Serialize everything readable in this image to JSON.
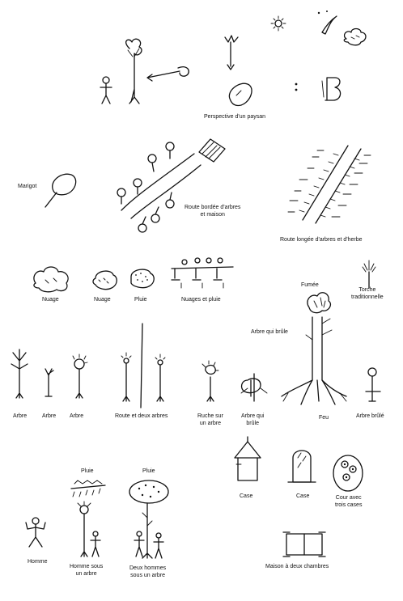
{
  "labels": {
    "perspective": "Perspective d'un paysan",
    "marigot": "Marigot",
    "route_bordee": "Route bordée d'arbres\net maison",
    "route_longee": "Route longée d'arbres et d'herbe",
    "nuage1": "Nuage",
    "nuage2": "Nuage",
    "pluie1": "Pluie",
    "nuages_pluie": "Nuages et pluie",
    "fumee": "Fumée",
    "torche": "Torche\ntraditionnelle",
    "arbre_brule_top": "Arbre qui brûle",
    "arbre1": "Arbre",
    "arbre2": "Arbre",
    "arbre3": "Arbre",
    "route_deux_arbres": "Route et deux arbres",
    "ruche": "Ruche sur\nun arbre",
    "arbre_qui_brule": "Arbre qui\nbrûle",
    "feu": "Feu",
    "arbre_brule": "Arbre brûlé",
    "case1": "Case",
    "case2": "Case",
    "cour": "Cour avec\ntrois cases",
    "pluie2": "Pluie",
    "pluie3": "Pluie",
    "homme": "Homme",
    "homme_sous_arbre": "Homme sous\nun arbre",
    "deux_hommes": "Deux hommes\nsous un arbre",
    "maison_deux_chambres": "Maison à deux chambres"
  }
}
